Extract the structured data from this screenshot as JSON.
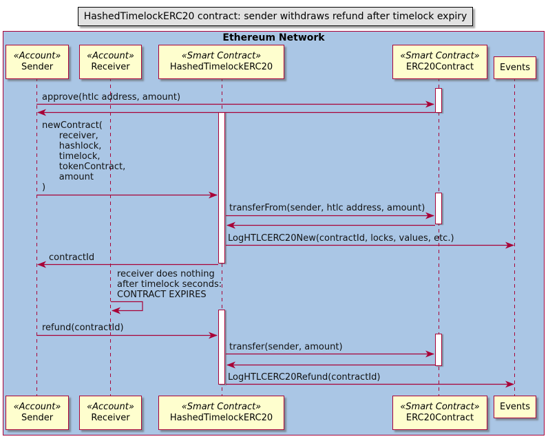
{
  "diagram_title": "HashedTimelockERC20 contract: sender withdraws refund after timelock expiry",
  "frame_label": "Ethereum Network",
  "colors": {
    "accent": "#a80036",
    "frame_bg": "#aac6e5",
    "participant_bg": "#fefece",
    "title_bg": "#e2e2e2"
  },
  "participants": {
    "sender": {
      "stereotype": "«Account»",
      "name": "Sender"
    },
    "receiver": {
      "stereotype": "«Account»",
      "name": "Receiver"
    },
    "htlc": {
      "stereotype": "«Smart Contract»",
      "name": "HashedTimelockERC20"
    },
    "erc20": {
      "stereotype": "«Smart Contract»",
      "name": "ERC20Contract"
    },
    "events": {
      "name": "Events"
    }
  },
  "messages": {
    "approve": "approve(htlc address, amount)",
    "new_contract": "newContract(\n      receiver,\n      hashlock,\n      timelock,\n      tokenContract,\n      amount\n)",
    "transfer_from": "transferFrom(sender, htlc address, amount)",
    "log_new": "LogHTLCERC20New(contractId, locks, values, etc.)",
    "contract_id": "contractId",
    "note": "receiver does nothing\nafter timelock seconds:\nCONTRACT EXPIRES",
    "refund": "refund(contractId)",
    "transfer": "transfer(sender, amount)",
    "log_refund": "LogHTLCERC20Refund(contractId)"
  }
}
